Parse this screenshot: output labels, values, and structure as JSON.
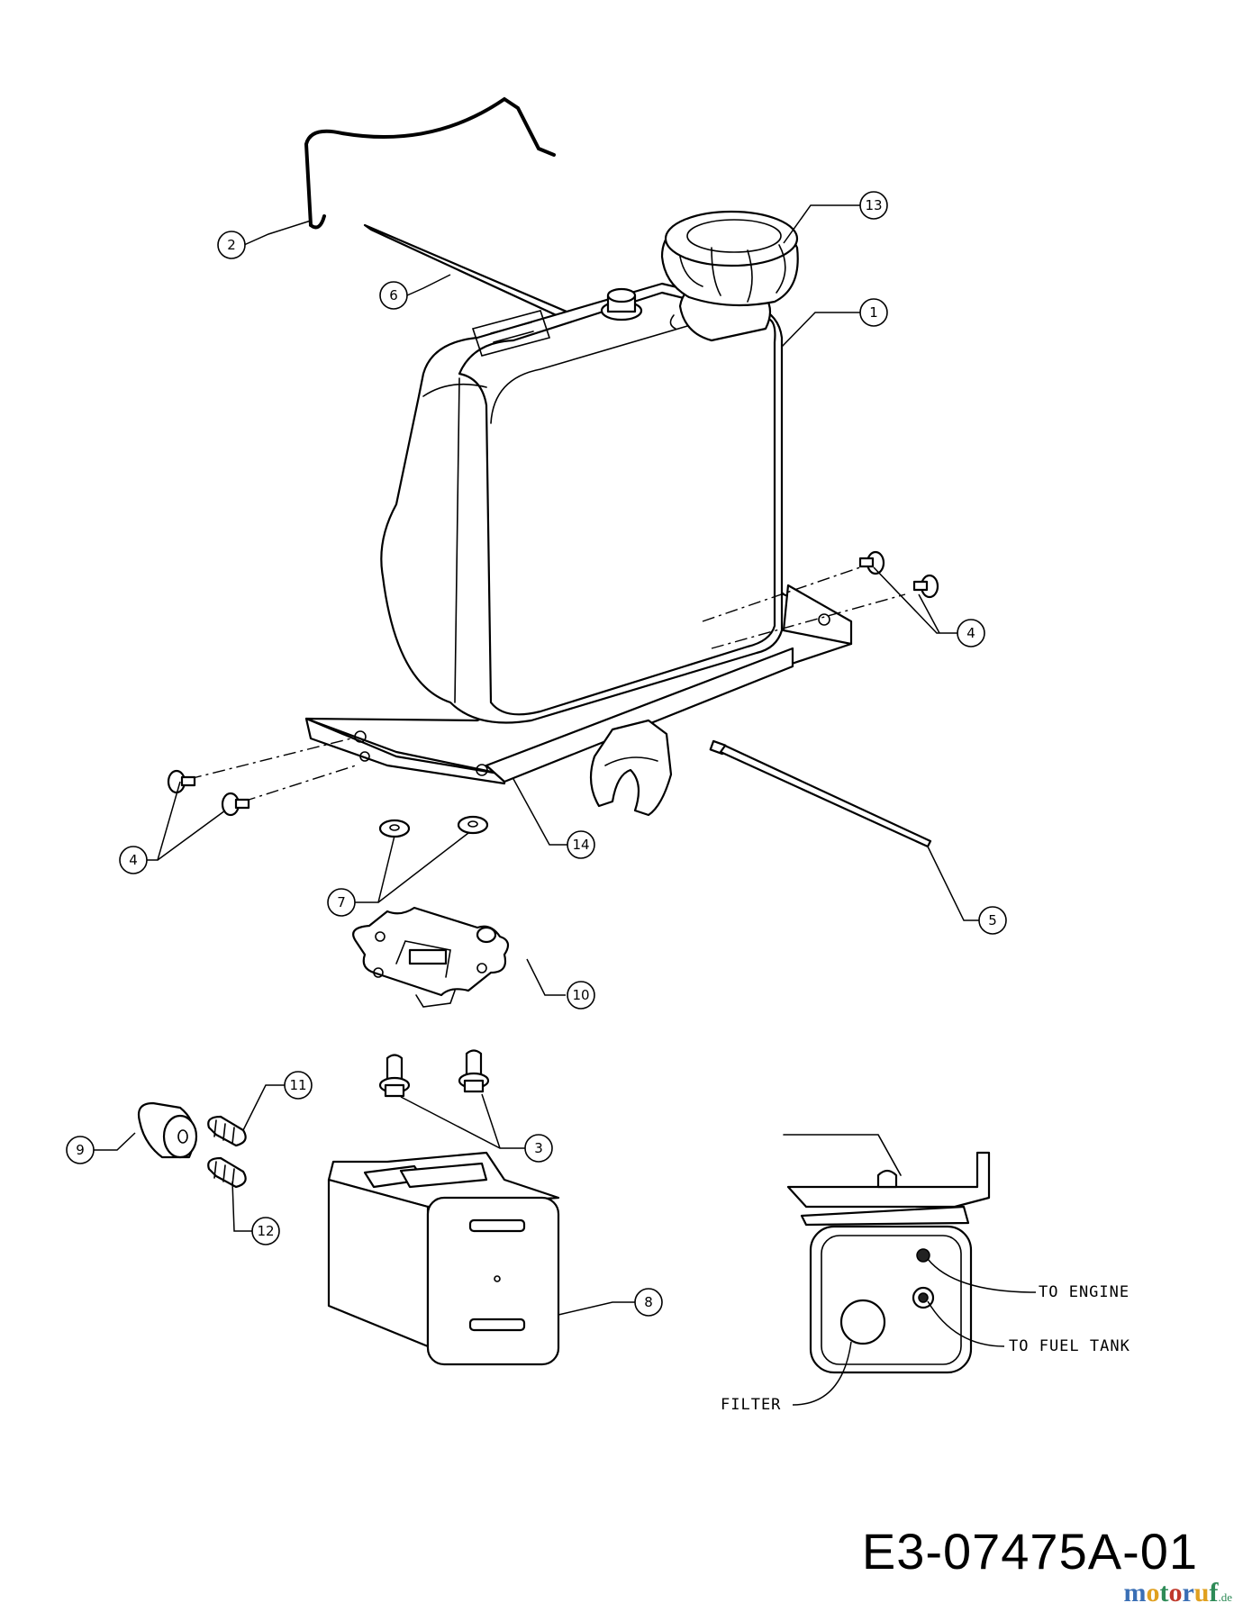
{
  "callouts": {
    "c1": "1",
    "c2": "2",
    "c3": "3",
    "c4a": "4",
    "c4b": "4",
    "c5": "5",
    "c6": "6",
    "c7": "7",
    "c8": "8",
    "c9": "9",
    "c10": "10",
    "c11": "11",
    "c12": "12",
    "c13": "13",
    "c14": "14"
  },
  "detail_labels": {
    "to_engine": "TO ENGINE",
    "to_fuel_tank": "TO FUEL TANK",
    "filter": "FILTER"
  },
  "drawing_code": "E3-07475A-01",
  "watermark": {
    "text": "motoruf",
    "suffix": ".de"
  },
  "colors": {
    "line": "#000000",
    "background": "#ffffff",
    "watermark_blue": "#3a6fb5",
    "watermark_orange": "#e0a020",
    "watermark_green": "#2e8b57",
    "watermark_red": "#c0392b"
  }
}
